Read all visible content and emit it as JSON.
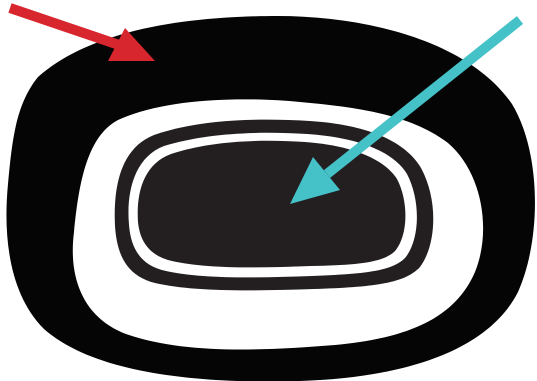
{
  "diagram": {
    "shapes": [
      {
        "name": "outer-black-ring-shape",
        "color": "#050505"
      },
      {
        "name": "white-band-shape",
        "color": "#ffffff"
      },
      {
        "name": "inner-dark-ring-shape",
        "color": "#231f20"
      },
      {
        "name": "thin-white-line-shape",
        "color": "#ffffff"
      },
      {
        "name": "central-dark-core-shape",
        "color": "#231f20"
      }
    ],
    "arrows": [
      {
        "name": "red-arrow",
        "color": "#d8262f",
        "target": "outer-black-ring-shape"
      },
      {
        "name": "cyan-arrow",
        "color": "#45c1c8",
        "target": "central-dark-core-shape"
      }
    ]
  }
}
